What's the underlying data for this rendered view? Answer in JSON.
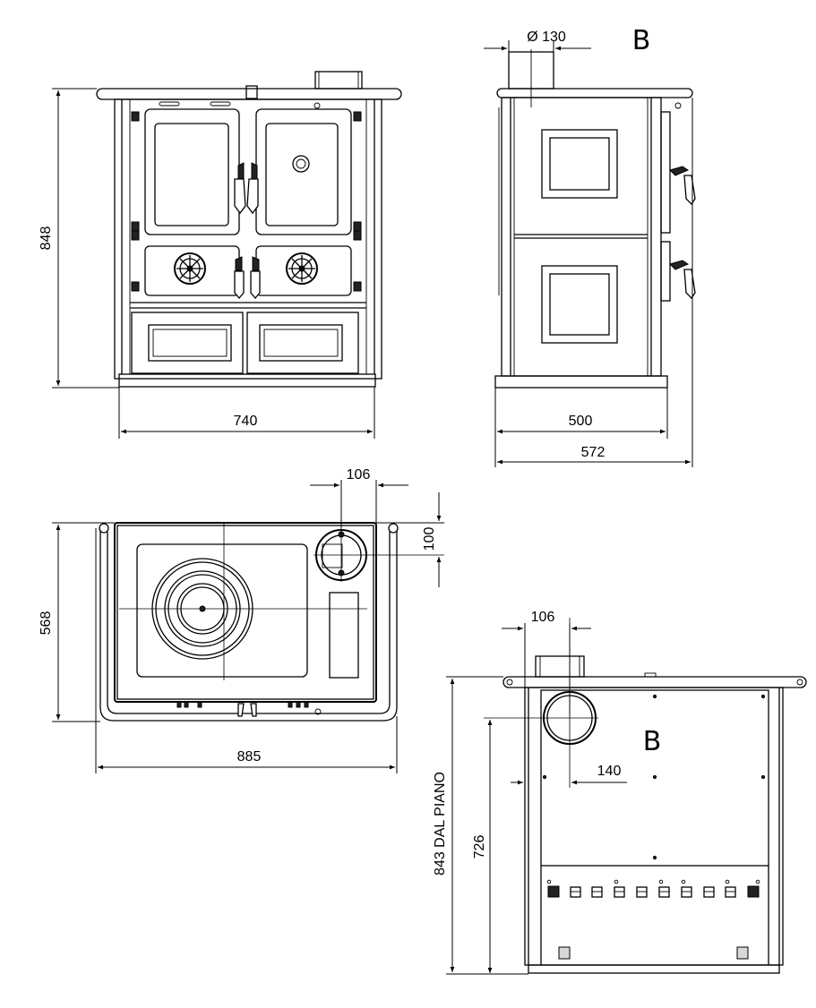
{
  "dimensions": {
    "front_height": "848",
    "front_width": "740",
    "side_depth": "500",
    "side_overall": "572",
    "flue_diameter": "Ø 130",
    "top_depth": "568",
    "top_width": "885",
    "top_flue_offset_x": "106",
    "top_flue_offset_y": "100",
    "rear_flue_offset_x": "106",
    "rear_flue_height": "726",
    "rear_floor_height": "843 DAL PIANO",
    "rear_flue_offset_side": "140"
  },
  "labels": {
    "outlet_side": "B",
    "outlet_rear": "B"
  }
}
